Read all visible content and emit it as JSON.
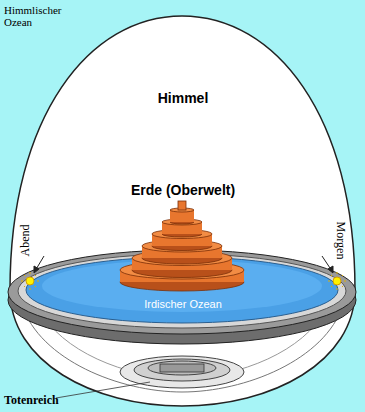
{
  "diagram": {
    "labels": [
      "Himmlischer Ozean",
      "Himmel",
      "Erde (Oberwelt)",
      "Abend",
      "Morgen",
      "Irdischer Ozean",
      "Totenreich"
    ]
  }
}
